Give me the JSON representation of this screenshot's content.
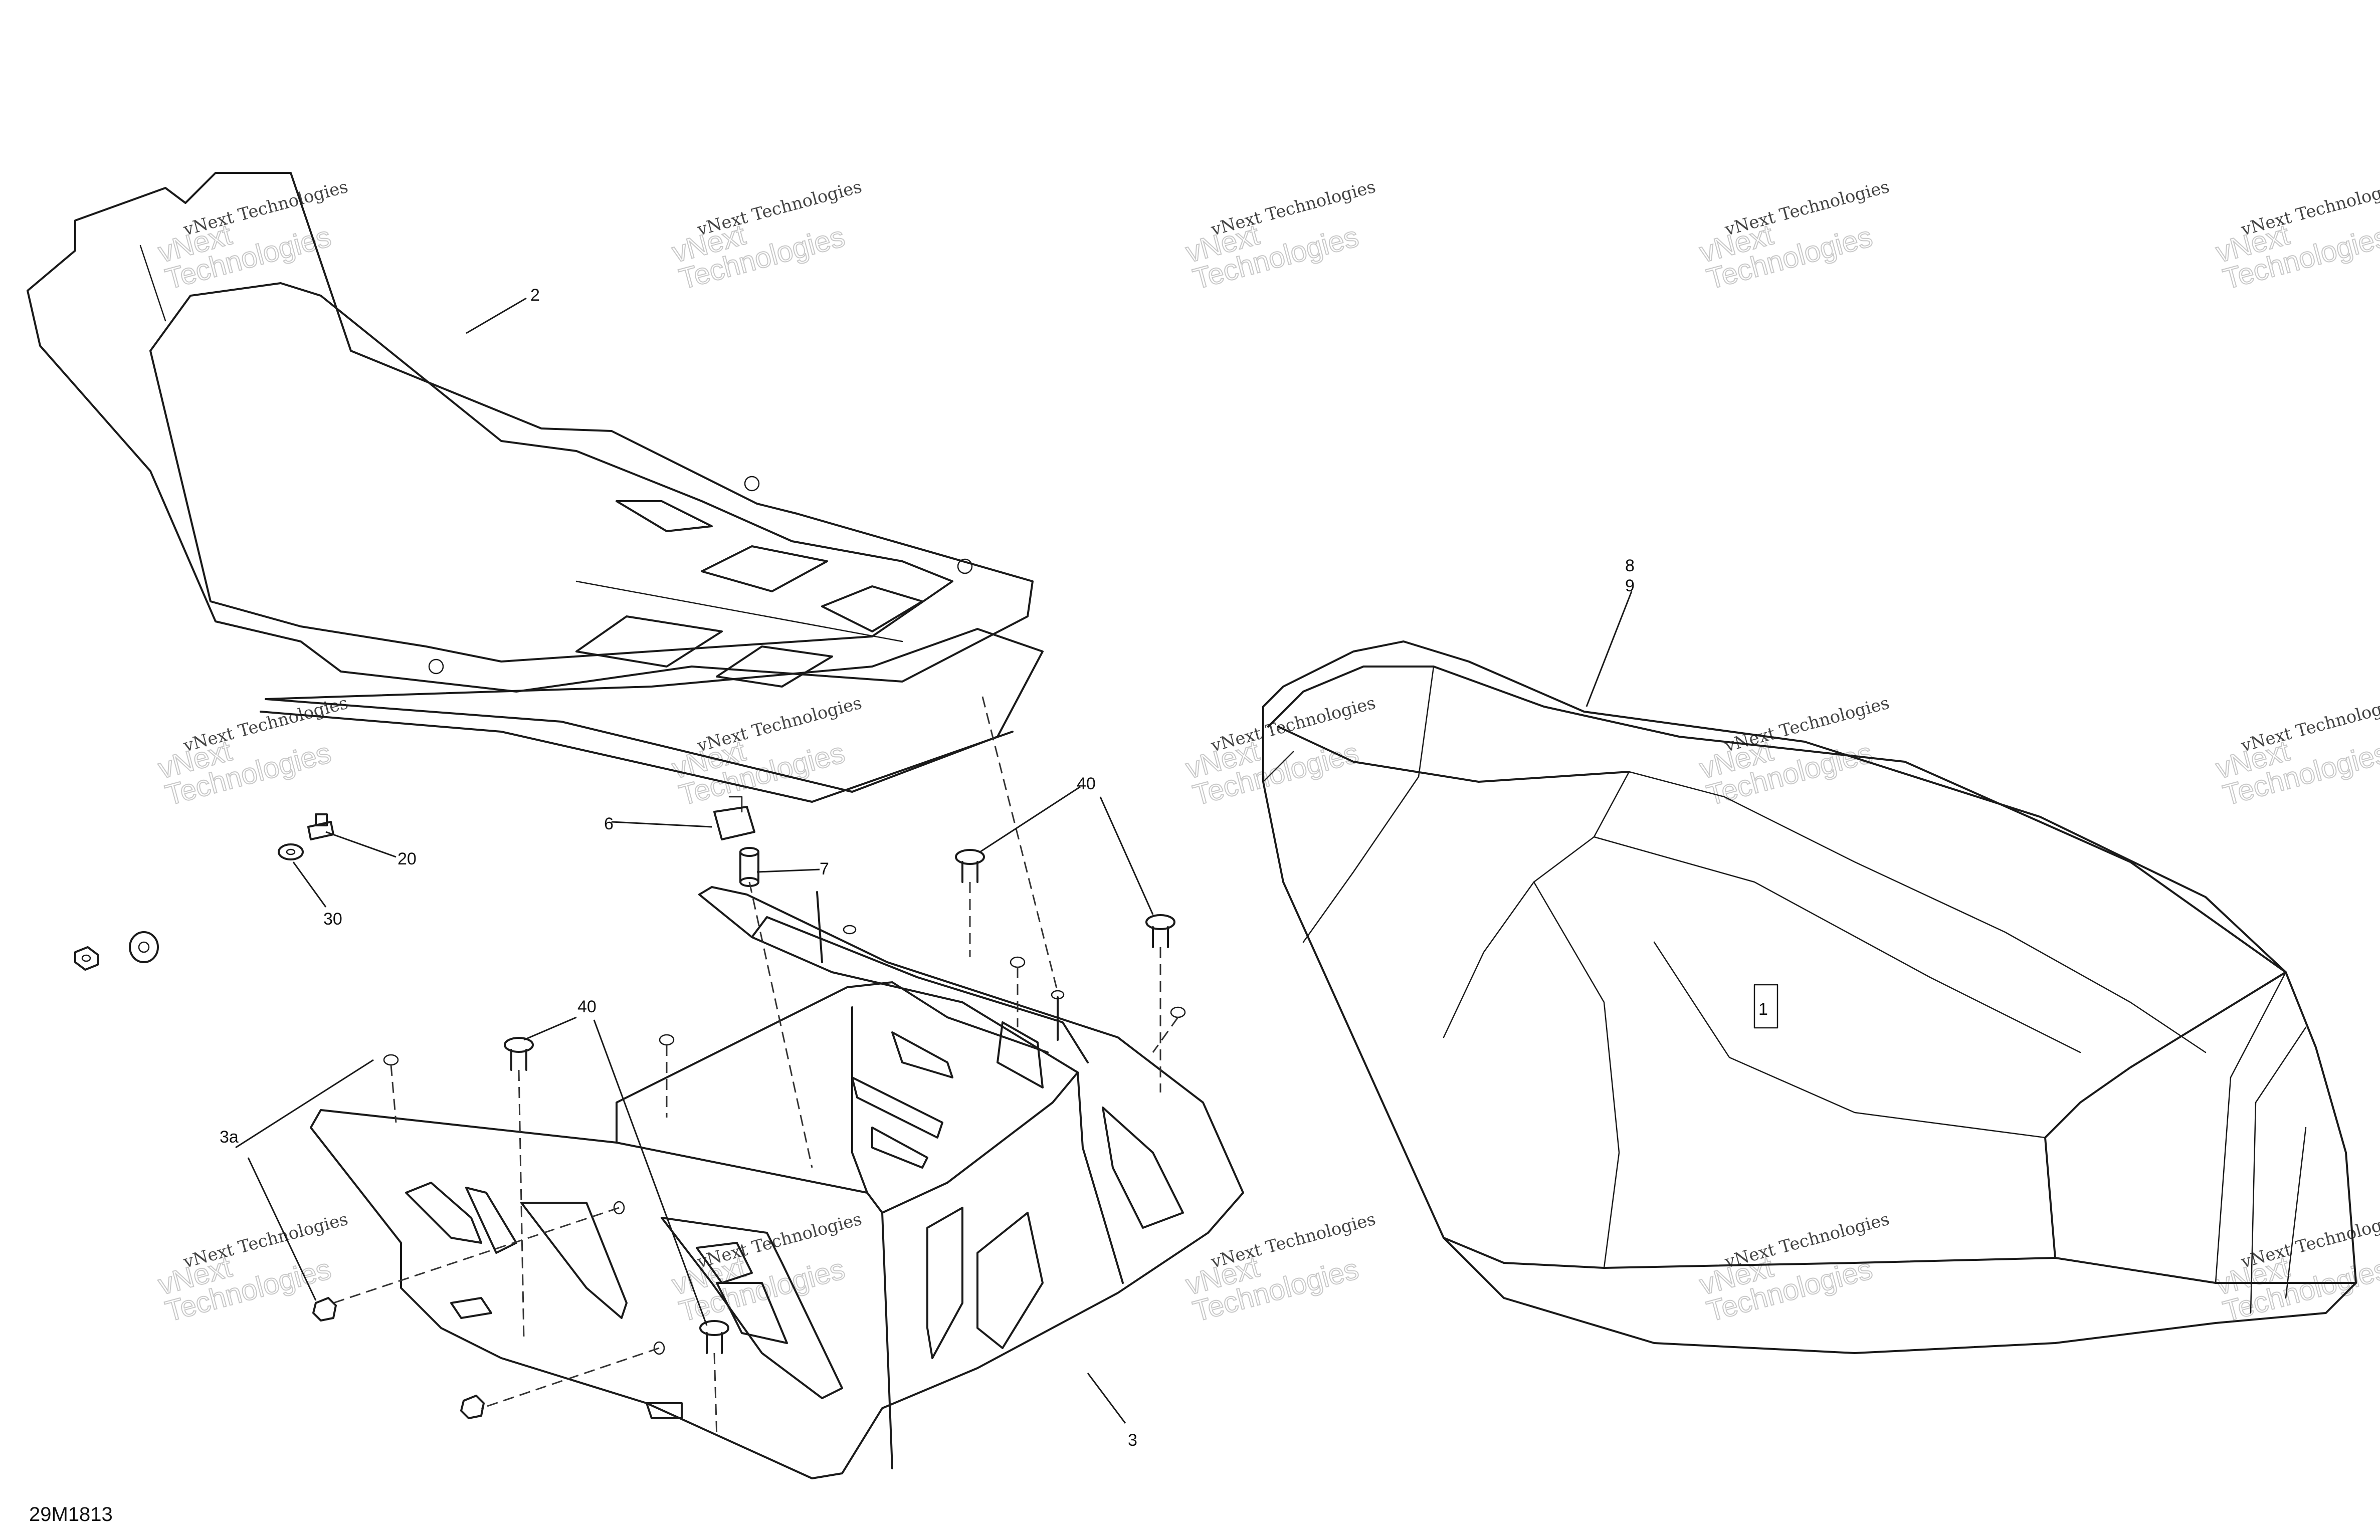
{
  "callouts": {
    "c2": "2",
    "c8": "8",
    "c9": "9",
    "c6": "6",
    "c7": "7",
    "c40a": "40",
    "c40b": "40",
    "c20": "20",
    "c30": "30",
    "c3a": "3a",
    "c3": "3",
    "c1": "1"
  },
  "watermark": {
    "line1": "vNext Technologies",
    "line2a": "vNext",
    "line2b": "Technologies"
  },
  "reference": "29M1813"
}
